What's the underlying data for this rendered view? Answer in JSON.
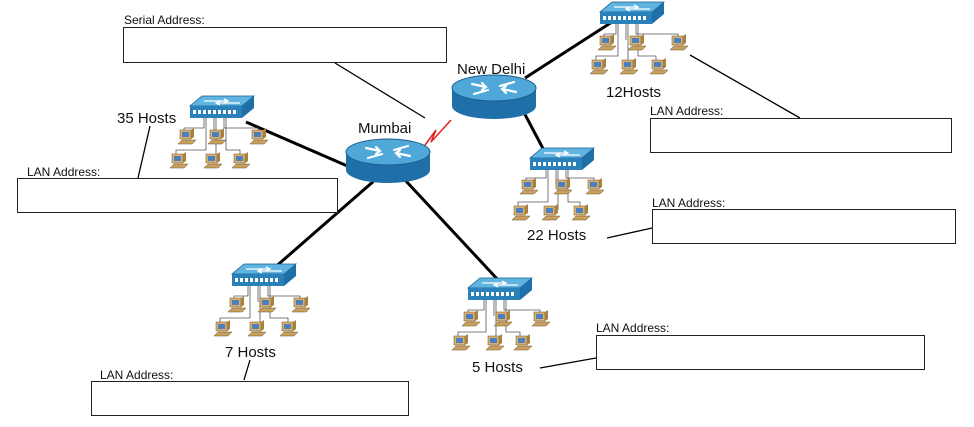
{
  "routers": {
    "mumbai": {
      "name": "Mumbai"
    },
    "new_delhi": {
      "name": "New Delhi"
    }
  },
  "serial": {
    "label": "Serial Address:"
  },
  "lans": [
    {
      "id": "lan-35",
      "hosts": "35 Hosts",
      "address_label": "LAN Address:"
    },
    {
      "id": "lan-12",
      "hosts": "12Hosts",
      "address_label": "LAN Address:"
    },
    {
      "id": "lan-22",
      "hosts": "22 Hosts",
      "address_label": "LAN Address:"
    },
    {
      "id": "lan-7",
      "hosts": "7 Hosts",
      "address_label": "LAN Address:"
    },
    {
      "id": "lan-5",
      "hosts": "5 Hosts",
      "address_label": "LAN Address:"
    }
  ],
  "colors": {
    "router_top": "#4fa8d8",
    "router_body": "#1f6fa8",
    "switch_top": "#5fb4e0",
    "switch_front": "#2a80b8",
    "serial_link": "#e02020",
    "link": "#000000",
    "pc_screen": "#4a7fc0",
    "pc_body": "#c8a060"
  }
}
